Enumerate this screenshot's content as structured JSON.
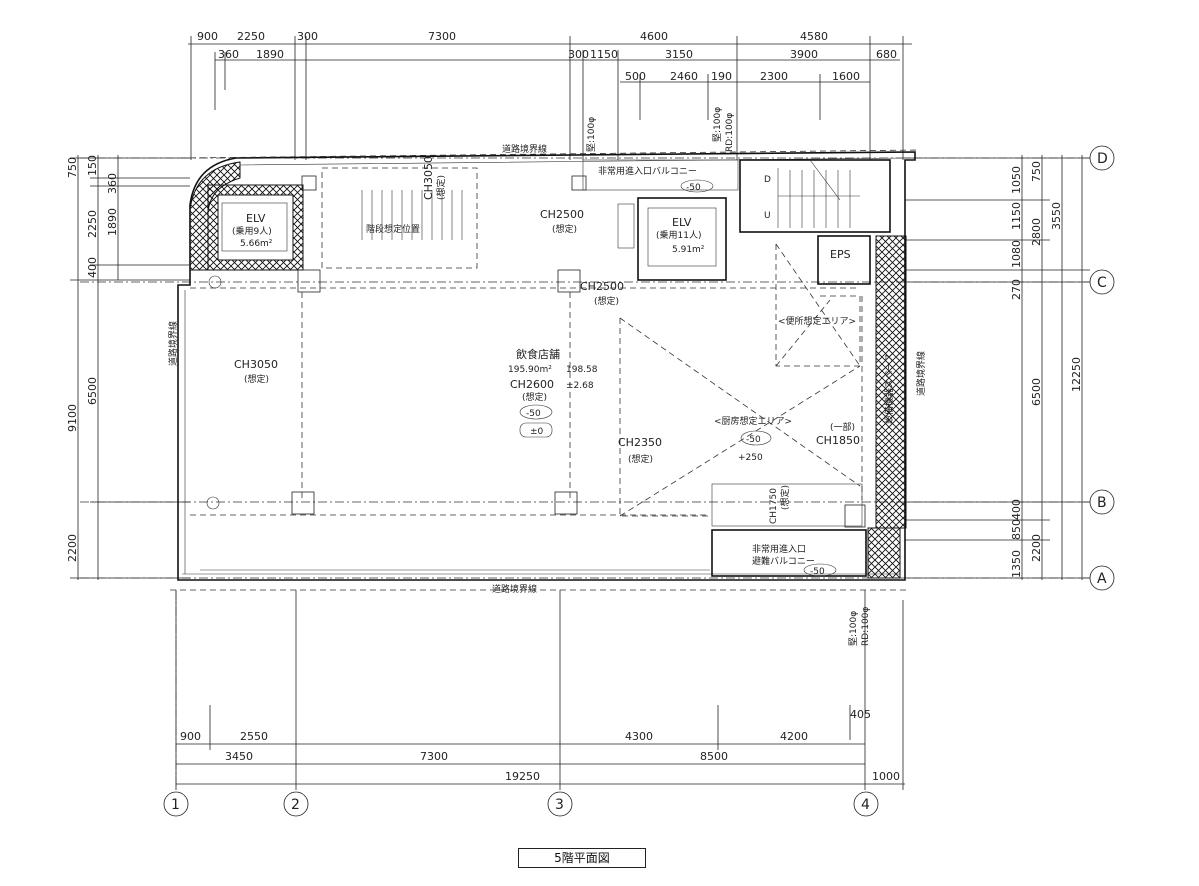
{
  "drawing_title": "5階平面図",
  "dims_top1": [
    "900",
    "2250",
    "300",
    "7300",
    "4600",
    "4580"
  ],
  "dims_top2": [
    "360",
    "1890",
    "300",
    "1150",
    "3150",
    "3900",
    "680"
  ],
  "dims_top3": [
    "500",
    "2460",
    "190",
    "2300",
    "1600"
  ],
  "dims_bottom1": [
    "900",
    "2550",
    "4300",
    "4200",
    "405"
  ],
  "dims_bottom2": [
    "3450",
    "7300",
    "8500"
  ],
  "dims_bottom3": [
    "19250",
    "1000"
  ],
  "dims_left1": [
    "750",
    "360",
    "1890",
    "400"
  ],
  "dims_left2": [
    "2250",
    "6500",
    "2200"
  ],
  "dims_left3": [
    "9100"
  ],
  "dims_left_top": [
    "150"
  ],
  "dims_right1": [
    "1050",
    "1150",
    "1080",
    "270",
    "400",
    "850",
    "1350"
  ],
  "dims_right2": [
    "750",
    "2800",
    "6500",
    "2200"
  ],
  "dims_right3": [
    "3550",
    "12250"
  ],
  "grid_x": [
    "1",
    "2",
    "3",
    "4"
  ],
  "grid_y": [
    "D",
    "C",
    "B",
    "A"
  ],
  "labels": {
    "boundary_top": "道路境界線",
    "boundary_bottom": "道路境界線",
    "boundary_left": "道路境界線",
    "boundary_right": "道路境界線",
    "elv1": "ELV",
    "elv1_sub": "(乗用9人)",
    "elv1_area": "5.66m²",
    "elv2": "ELV",
    "elv2_sub": "(乗用11人)",
    "elv2_area": "5.91m²",
    "stair_area": "階段想定位置",
    "ch3050_top": "CH3050",
    "ch3050_top_sub": "(想定)",
    "ch2500_a": "CH2500",
    "ch2500_a_sub": "(想定)",
    "ch2500_b": "CH2500",
    "ch2500_b_sub": "(想定)",
    "ch3050_left": "CH3050",
    "ch3050_left_sub": "(想定)",
    "restaurant": "飲食店舗",
    "restaurant_area": "195.90m²",
    "restaurant_area_hand": "198.58",
    "ch2600": "CH2600",
    "ch2600_sub": "(想定)",
    "ch2600_hand": "±2.68",
    "lvl_a": "-50",
    "lvl_b": "±0",
    "kitchen": "<厨房想定エリア>",
    "ch2350": "CH2350",
    "ch2350_sub": "(想定)",
    "lvl_c": "-50",
    "lvl_c2": "+250",
    "toilet": "<便所想定エリア>",
    "partial": "(一部)",
    "ch1850": "CH1850",
    "ch1750": "CH1750",
    "ch1750_sub": "(想定)",
    "eps": "EPS",
    "equip": "設備機器スペース",
    "emerg_top": "非常用進入口バルコニー",
    "emerg_top_lvl": "-50",
    "emerg_bot": "非常用進入口",
    "emerg_bot2": "避難バルコニー",
    "emerg_bot_lvl": "-50",
    "pipe_a": "堅:100φ",
    "pipe_b": "堅:100φ",
    "pipe_b2": "RD:100φ",
    "pipe_c": "堅:100φ",
    "pipe_c2": "RD:100φ",
    "door_u": "U",
    "door_d": "D"
  }
}
